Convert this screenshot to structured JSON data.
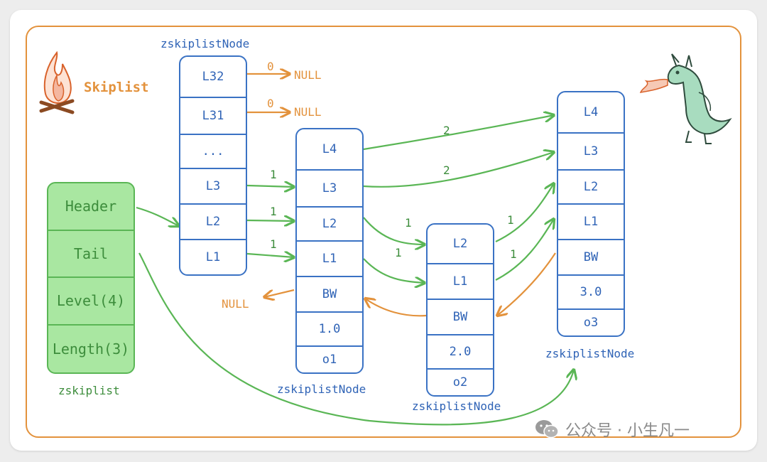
{
  "title": "Skiplist",
  "zskiplist": {
    "label": "zskiplist",
    "fields": [
      "Header",
      "Tail",
      "Level(4)",
      "Length(3)"
    ]
  },
  "header_node": {
    "label": "zskiplistNode",
    "levels": [
      "L32",
      "L31",
      "...",
      "L3",
      "L2",
      "L1"
    ]
  },
  "node1": {
    "label": "zskiplistNode",
    "levels": [
      "L4",
      "L3",
      "L2",
      "L1"
    ],
    "backward": "BW",
    "score": "1.0",
    "obj": "o1"
  },
  "node2": {
    "label": "zskiplistNode",
    "levels": [
      "L2",
      "L1"
    ],
    "backward": "BW",
    "score": "2.0",
    "obj": "o2"
  },
  "node3": {
    "label": "zskiplistNode",
    "levels": [
      "L4",
      "L3",
      "L2",
      "L1"
    ],
    "backward": "BW",
    "score": "3.0",
    "obj": "o3"
  },
  "null_text": "NULL",
  "spans": {
    "l32": "0",
    "l31": "0",
    "h_l3": "1",
    "h_l2": "1",
    "h_l1": "1",
    "n1_l4": "2",
    "n1_l3": "2",
    "n1_l2": "1",
    "n1_l1": "1",
    "n2_l2": "1",
    "n2_l1": "1"
  },
  "watermark": "公众号 · 小生凡一",
  "colors": {
    "orange": "#e3923c",
    "blue": "#3a72c4",
    "green": "#5ab655",
    "green_fill": "#a9e7a1"
  }
}
